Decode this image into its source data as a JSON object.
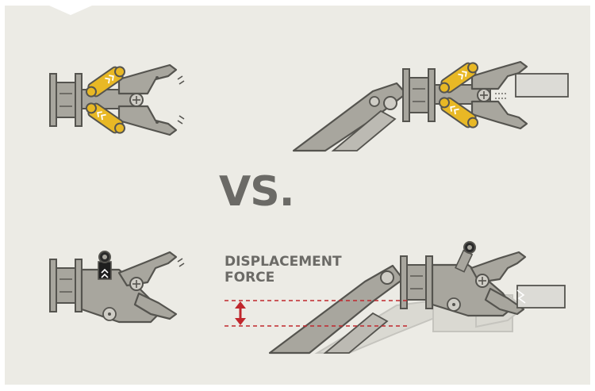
{
  "comparison": {
    "separator": "VS.",
    "annotation_lines": [
      "DISPLACEMENT",
      "FORCE"
    ]
  },
  "colors": {
    "background": "#ecebe5",
    "metal": "#a8a69e",
    "outline": "#55544f",
    "cylinder": "#e8b825",
    "arrow": "#c0272d",
    "text": "#6b6a66"
  },
  "panels": [
    {
      "id": "top-left",
      "type": "dual-cylinder-jaw"
    },
    {
      "id": "top-right",
      "type": "dual-cylinder-jaw-on-boom"
    },
    {
      "id": "bottom-left",
      "type": "single-cylinder-jaw"
    },
    {
      "id": "bottom-right",
      "type": "single-cylinder-jaw-on-boom-displaced"
    }
  ]
}
